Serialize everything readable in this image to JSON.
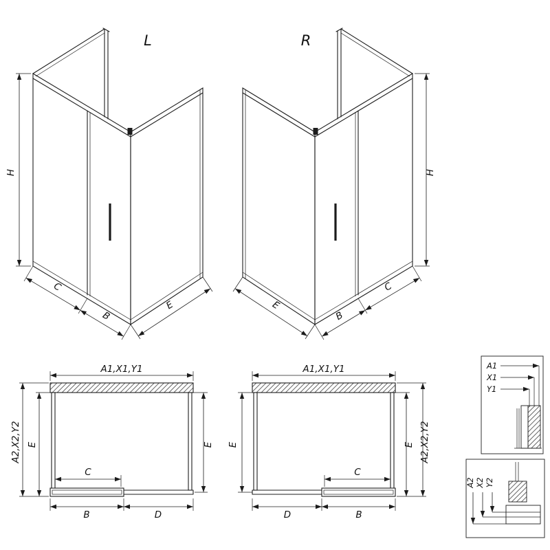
{
  "views": {
    "iso_left": {
      "label": "L",
      "dim_h": "H",
      "dim_c": "C",
      "dim_b": "B",
      "dim_e": "E"
    },
    "iso_right": {
      "label": "R",
      "dim_h": "H",
      "dim_c": "C",
      "dim_b": "B",
      "dim_e": "E"
    },
    "plan_left": {
      "dim_top": "A1,X1,Y1",
      "dim_left_outer": "A2,X2,Y2",
      "dim_left_inner": "E",
      "dim_right": "E",
      "dim_c": "C",
      "dim_b": "B",
      "dim_d": "D"
    },
    "plan_right": {
      "dim_top": "A1,X1,Y1",
      "dim_right_outer": "A2,X2,Y2",
      "dim_right_inner": "E",
      "dim_left": "E",
      "dim_c": "C",
      "dim_b": "B",
      "dim_d": "D"
    },
    "detail_top": {
      "labels": [
        "A1",
        "X1",
        "Y1"
      ]
    },
    "detail_bottom": {
      "labels": [
        "A2",
        "X2",
        "Y2"
      ]
    }
  },
  "colors": {
    "line": "#1c1c1c",
    "background": "#ffffff"
  }
}
